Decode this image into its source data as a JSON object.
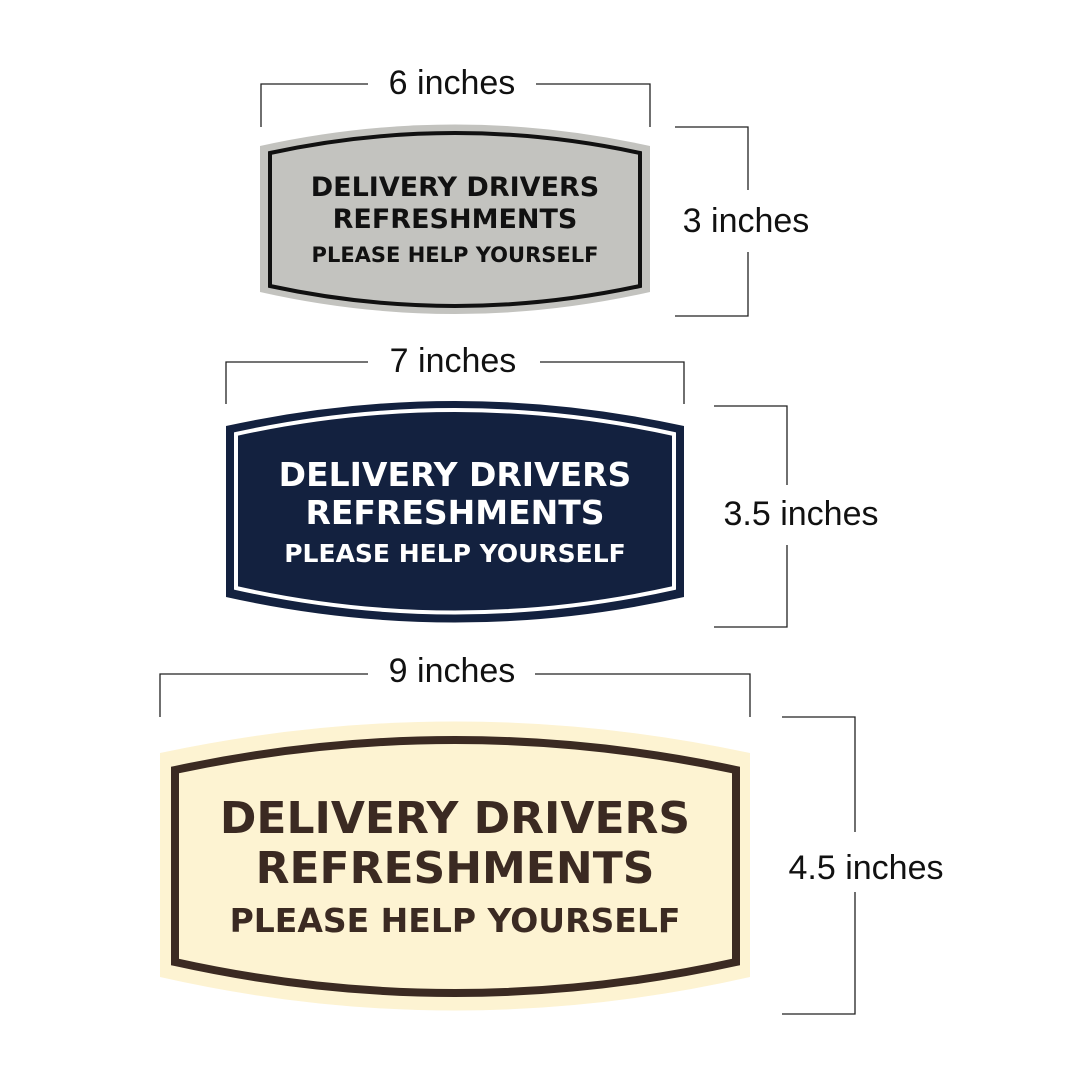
{
  "signs": [
    {
      "width_label": "6 inches",
      "height_label": "3 inches",
      "line1": "DELIVERY DRIVERS",
      "line2": "REFRESHMENTS",
      "line3": "PLEASE HELP YOURSELF",
      "colors": {
        "plate": "#c3c3bf",
        "border": "#111111",
        "text": "#111111"
      }
    },
    {
      "width_label": "7 inches",
      "height_label": "3.5 inches",
      "line1": "DELIVERY DRIVERS",
      "line2": "REFRESHMENTS",
      "line3": "PLEASE HELP YOURSELF",
      "colors": {
        "plate": "#13213f",
        "border": "#ffffff",
        "text": "#ffffff"
      }
    },
    {
      "width_label": "9 inches",
      "height_label": "4.5 inches",
      "line1": "DELIVERY DRIVERS",
      "line2": "REFRESHMENTS",
      "line3": "PLEASE HELP YOURSELF",
      "colors": {
        "plate": "#fdf3d2",
        "border": "#3b2a22",
        "text": "#3b2a22"
      }
    }
  ]
}
